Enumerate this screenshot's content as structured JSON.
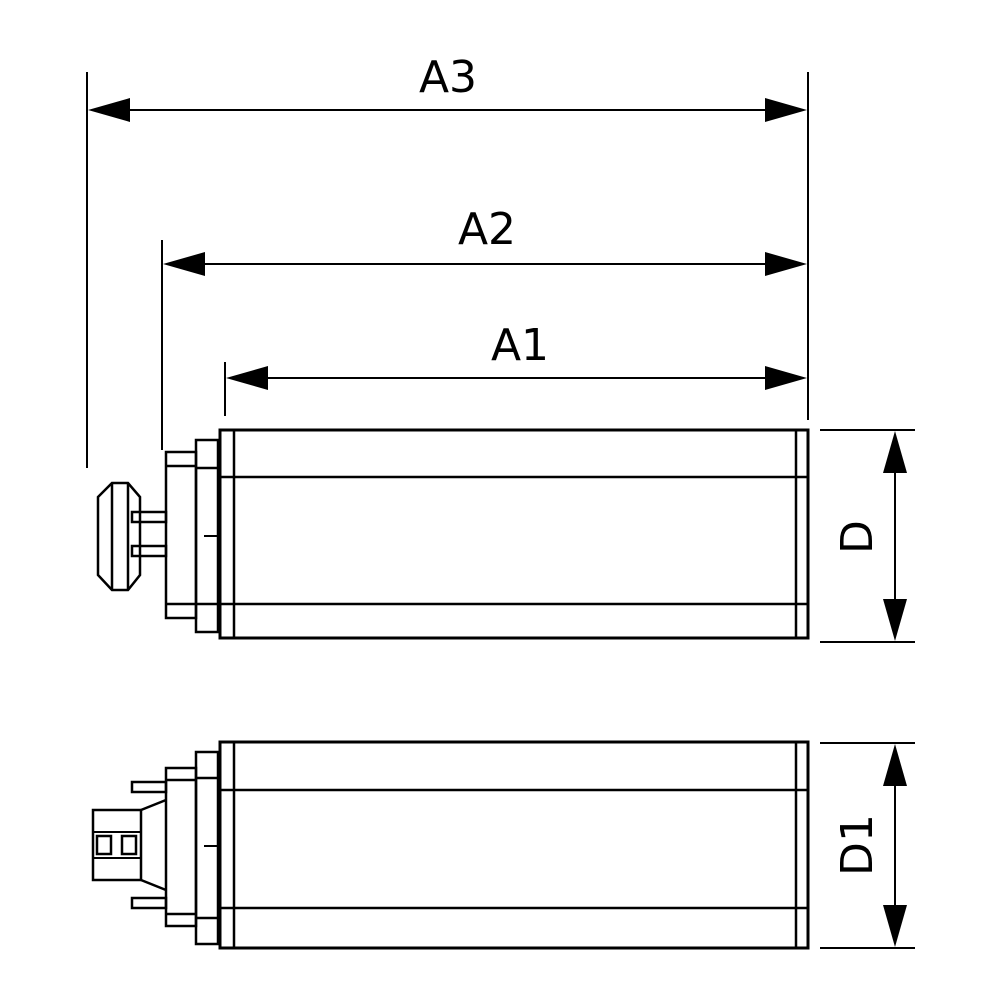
{
  "diagram": {
    "labels": {
      "a3": "A3",
      "a2": "A2",
      "a1": "A1",
      "d": "D",
      "d1": "D1"
    },
    "views": [
      "side-view",
      "top-view"
    ],
    "colors": {
      "line": "#000000",
      "background": "#ffffff"
    }
  }
}
